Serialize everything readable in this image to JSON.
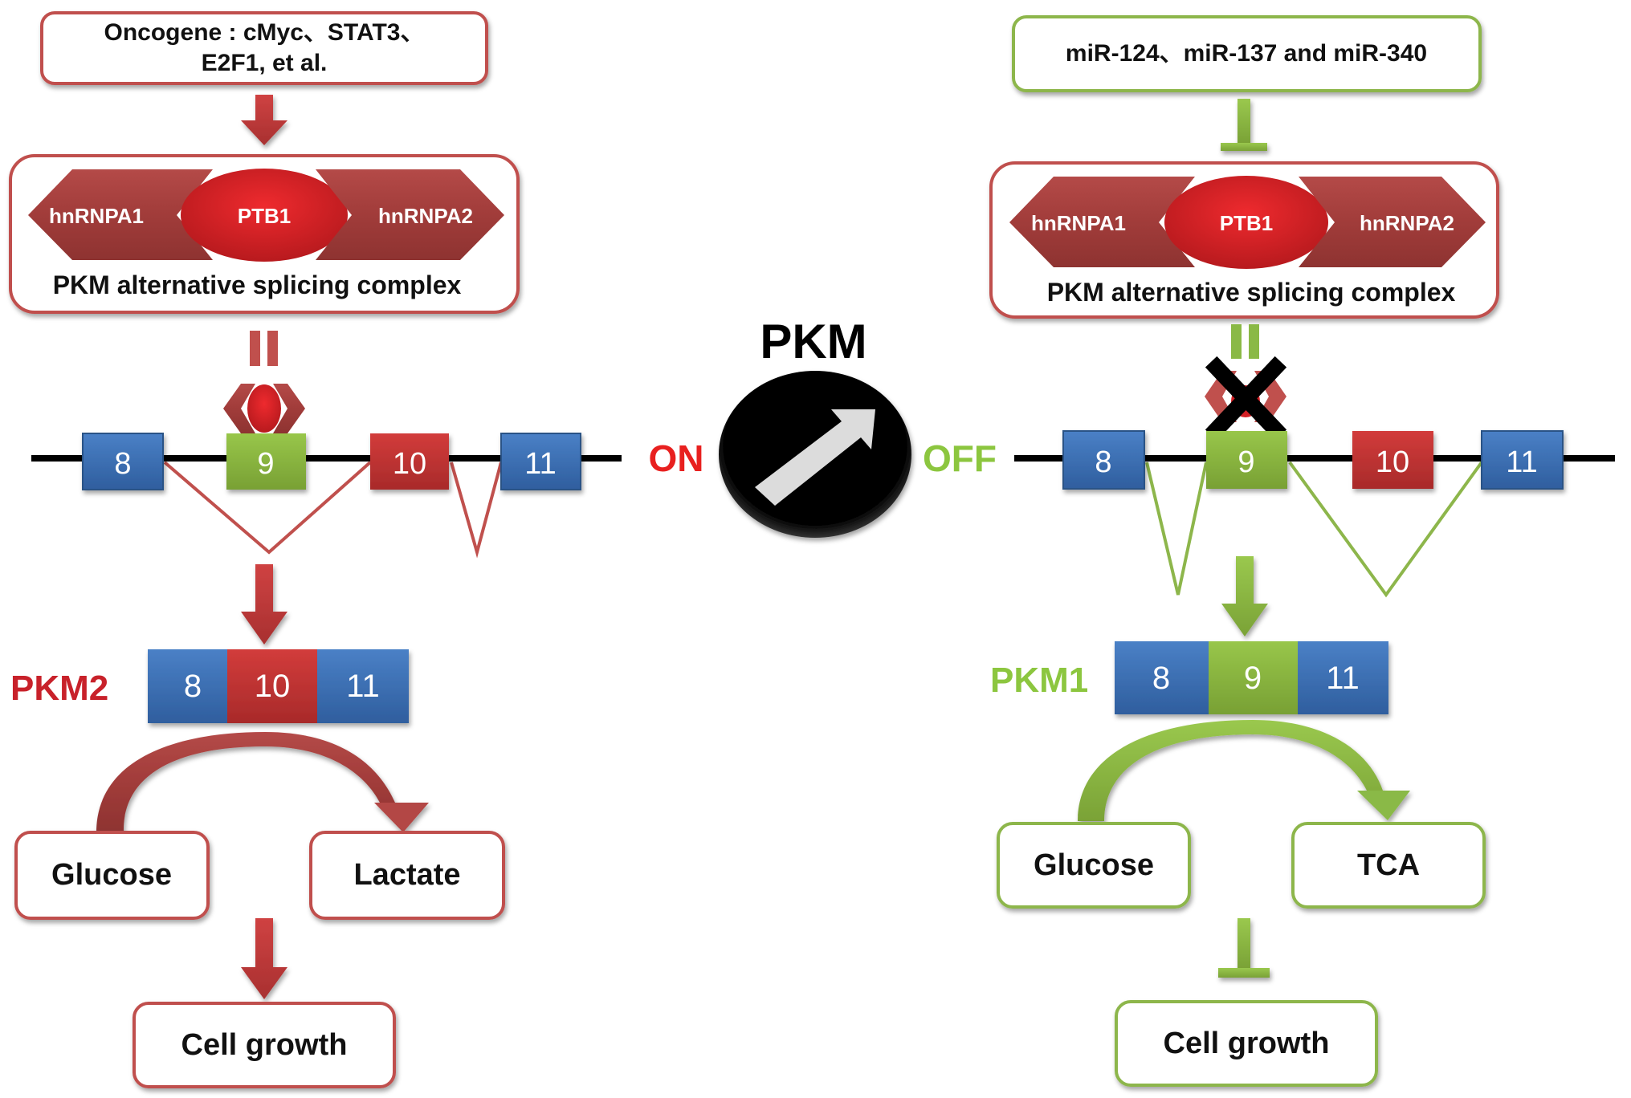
{
  "colors": {
    "red": "#c0392b",
    "red_outline": "#c0504d",
    "dark_red": "#9e3434",
    "ptb_red": "#d42025",
    "green": "#8ab946",
    "green_outline": "#8db64b",
    "blue": "#3e73b8",
    "exon_red": "#c8393a",
    "exon_green": "#8cbb3f",
    "on": "#e8201f",
    "off": "#8cc63f",
    "black": "#000000"
  },
  "left": {
    "upstream_box": {
      "line1": "Oncogene :   cMyc、STAT3、",
      "line2": "E2F1, et al."
    },
    "complex": {
      "left_protein": "hnRNPA1",
      "center_protein": "PTB1",
      "right_protein": "hnRNPA2",
      "label": "PKM alternative splicing complex"
    },
    "exons": [
      "8",
      "9",
      "10",
      "11"
    ],
    "isoform": {
      "label": "PKM2",
      "segments": [
        "8",
        "10",
        "11"
      ]
    },
    "substrate": "Glucose",
    "product": "Lactate",
    "outcome": "Cell growth",
    "relation_to_complex": "activates",
    "relation_to_outcome": "promotes"
  },
  "center": {
    "title": "PKM",
    "on_label": "ON",
    "off_label": "OFF",
    "switch_icon": "switch-dial-arrow-icon"
  },
  "right": {
    "upstream_box": {
      "line1": "miR-124、miR-137 and miR-340"
    },
    "complex": {
      "left_protein": "hnRNPA1",
      "center_protein": "PTB1",
      "right_protein": "hnRNPA2",
      "label": "PKM alternative splicing complex"
    },
    "exons": [
      "8",
      "9",
      "10",
      "11"
    ],
    "isoform": {
      "label": "PKM1",
      "segments": [
        "8",
        "9",
        "11"
      ]
    },
    "substrate": "Glucose",
    "product": "TCA",
    "outcome": "Cell growth",
    "relation_to_complex": "inhibits",
    "relation_to_outcome": "inhibits",
    "blocked_icon": "x-mark-icon"
  }
}
